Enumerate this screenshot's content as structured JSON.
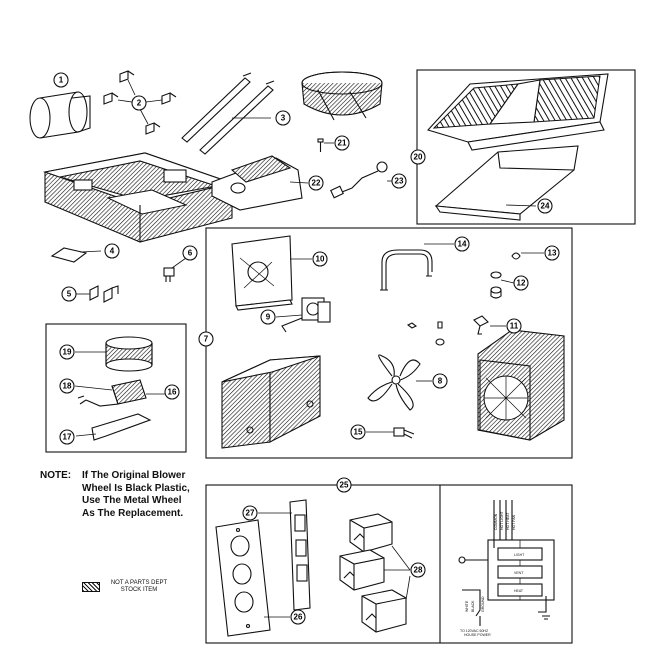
{
  "callouts": [
    "1",
    "2",
    "3",
    "4",
    "5",
    "6",
    "7",
    "8",
    "9",
    "10",
    "11",
    "12",
    "13",
    "14",
    "15",
    "16",
    "17",
    "18",
    "19",
    "20",
    "21",
    "22",
    "23",
    "24",
    "25",
    "26",
    "27",
    "28"
  ],
  "note": {
    "label": "NOTE:",
    "line1": "If The Original Blower",
    "line2": "Wheel Is Black Plastic,",
    "line3": "Use The Metal Wheel",
    "line4": "As The Replacement."
  },
  "legend": {
    "line1": "NOT A PARTS DEPT",
    "line2": "STOCK ITEM"
  },
  "wiring": {
    "wire_labels": [
      "COMMON",
      "HOT LIGHT",
      "HOT HEAT",
      "HOT FAN"
    ],
    "switch_labels": [
      "LIGHT",
      "VENT",
      "HEAT"
    ],
    "bottom_labels": [
      "WHITE",
      "BLACK",
      "GROUND"
    ],
    "power_label_1": "TO 120VAC 60HZ",
    "power_label_2": "HOUSE POWER"
  },
  "colors": {
    "line": "#111111",
    "background": "#ffffff"
  }
}
